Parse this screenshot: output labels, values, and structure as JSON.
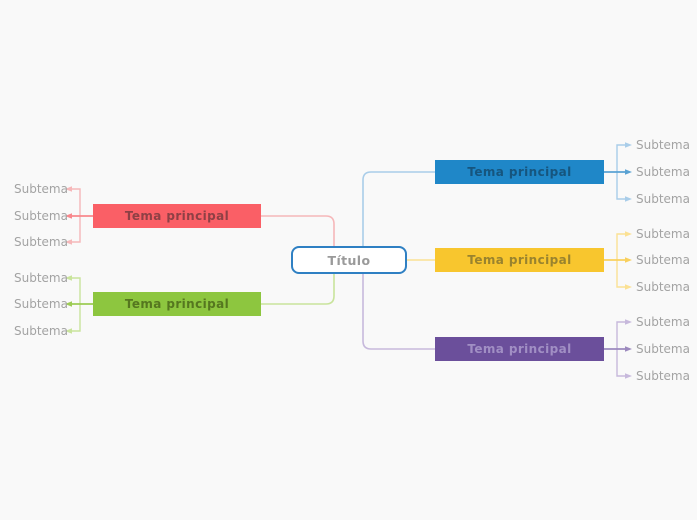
{
  "background_color": "#f9f9f9",
  "root": {
    "label": "Título",
    "fill": "#ffffff",
    "border_color": "#2f80c3",
    "text_color": "#9a9a9a"
  },
  "subtopic_text_color": "#a3a3a3",
  "branches": [
    {
      "id": "red",
      "side": "left",
      "label": "Tema principal",
      "fill": "#fa5f66",
      "text_color": "#8e4045",
      "connector_color": "#f6b7b9",
      "stub_color": "#f8878c",
      "subtopics": [
        "Subtema",
        "Subtema",
        "Subtema"
      ]
    },
    {
      "id": "green",
      "side": "left",
      "label": "Tema principal",
      "fill": "#8dc63f",
      "text_color": "#55771f",
      "connector_color": "#c9e49c",
      "stub_color": "#9ccb54",
      "subtopics": [
        "Subtema",
        "Subtema",
        "Subtema"
      ]
    },
    {
      "id": "blue",
      "side": "right",
      "label": "Tema principal",
      "fill": "#1f87c8",
      "text_color": "#16557e",
      "connector_color": "#a9cde9",
      "stub_color": "#5aa2d3",
      "subtopics": [
        "Subtema",
        "Subtema",
        "Subtema"
      ]
    },
    {
      "id": "yellow",
      "side": "right",
      "label": "Tema principal",
      "fill": "#f8c62e",
      "text_color": "#99832e",
      "connector_color": "#fbe194",
      "stub_color": "#f9d05e",
      "subtopics": [
        "Subtema",
        "Subtema",
        "Subtema"
      ]
    },
    {
      "id": "purple",
      "side": "right",
      "label": "Tema principal",
      "fill": "#6b4f9b",
      "text_color": "#a18fc4",
      "connector_color": "#c7b9dc",
      "stub_color": "#9d8abe",
      "subtopics": [
        "Subtema",
        "Subtema",
        "Subtema"
      ]
    }
  ]
}
